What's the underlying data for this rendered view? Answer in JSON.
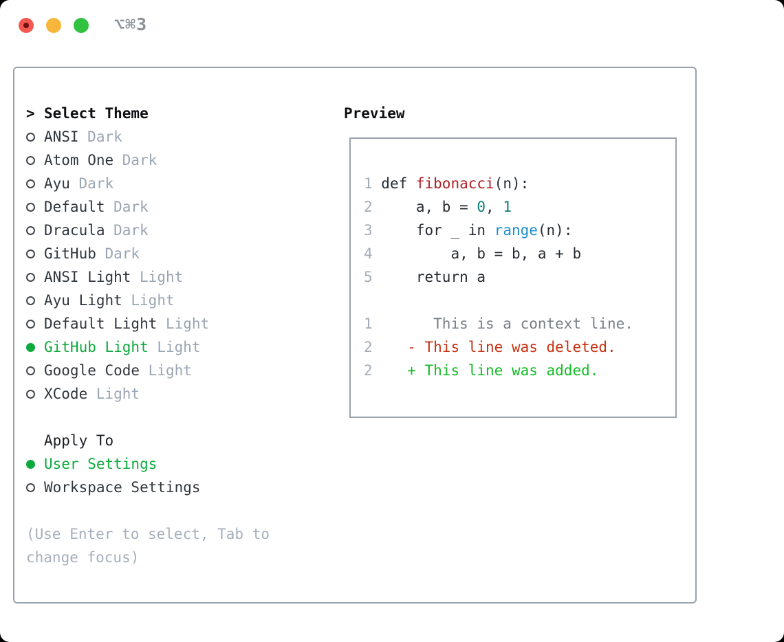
{
  "titlebar": {
    "shortcut_label": "⌥⌘3",
    "buttons": [
      "close",
      "minimize",
      "maximize"
    ]
  },
  "colors": {
    "selected_green": "#0caa3c",
    "diff_added_green": "#12bd24",
    "diff_deleted_red": "#c93110",
    "function_red": "#b01e23",
    "number_teal": "#0d7e7a",
    "builtin_blue": "#1a8fcc",
    "muted_gray": "#9aa5b3",
    "line_number_gray": "#a3adba",
    "border_gray": "#9aa3ad",
    "traffic_red": "#f4584e",
    "traffic_yellow": "#f6b73c",
    "traffic_green": "#31c23f"
  },
  "theme_picker": {
    "prompt": ">",
    "title": "Select Theme",
    "items": [
      {
        "name": "ANSI",
        "variant": "Dark",
        "selected": false
      },
      {
        "name": "Atom One",
        "variant": "Dark",
        "selected": false
      },
      {
        "name": "Ayu",
        "variant": "Dark",
        "selected": false
      },
      {
        "name": "Default",
        "variant": "Dark",
        "selected": false
      },
      {
        "name": "Dracula",
        "variant": "Dark",
        "selected": false
      },
      {
        "name": "GitHub",
        "variant": "Dark",
        "selected": false
      },
      {
        "name": "ANSI Light",
        "variant": "Light",
        "selected": false
      },
      {
        "name": "Ayu Light",
        "variant": "Light",
        "selected": false
      },
      {
        "name": "Default Light",
        "variant": "Light",
        "selected": false
      },
      {
        "name": "GitHub Light",
        "variant": "Light",
        "selected": true
      },
      {
        "name": "Google Code",
        "variant": "Light",
        "selected": false
      },
      {
        "name": "XCode",
        "variant": "Light",
        "selected": false
      }
    ],
    "apply_to": {
      "title": "Apply To",
      "options": [
        {
          "name": "User Settings",
          "selected": true
        },
        {
          "name": "Workspace Settings",
          "selected": false
        }
      ]
    },
    "hint_lines": [
      "(Use Enter to select, Tab to",
      "change focus)"
    ]
  },
  "preview": {
    "title": "Preview",
    "code_lines": [
      {
        "num": "1",
        "segments": [
          {
            "text": "def ",
            "color": "fg"
          },
          {
            "text": "fibonacci",
            "color": "func"
          },
          {
            "text": "(n):",
            "color": "fg"
          }
        ]
      },
      {
        "num": "2",
        "segments": [
          {
            "text": "    a, b = ",
            "color": "fg"
          },
          {
            "text": "0",
            "color": "num"
          },
          {
            "text": ", ",
            "color": "fg"
          },
          {
            "text": "1",
            "color": "num"
          }
        ]
      },
      {
        "num": "3",
        "segments": [
          {
            "text": "    for _ in ",
            "color": "fg"
          },
          {
            "text": "range",
            "color": "builtin"
          },
          {
            "text": "(n):",
            "color": "fg"
          }
        ]
      },
      {
        "num": "4",
        "segments": [
          {
            "text": "        a, b = b, a + b",
            "color": "fg"
          }
        ]
      },
      {
        "num": "5",
        "segments": [
          {
            "text": "    return a",
            "color": "fg"
          }
        ]
      },
      {
        "num": "",
        "segments": []
      },
      {
        "num": "1",
        "segments": [
          {
            "text": "      This is a context line.",
            "color": "context"
          }
        ]
      },
      {
        "num": "2",
        "segments": [
          {
            "text": "   - This line was deleted.",
            "color": "deleted"
          }
        ]
      },
      {
        "num": "2",
        "segments": [
          {
            "text": "   + This line was added.",
            "color": "added"
          }
        ]
      }
    ]
  }
}
